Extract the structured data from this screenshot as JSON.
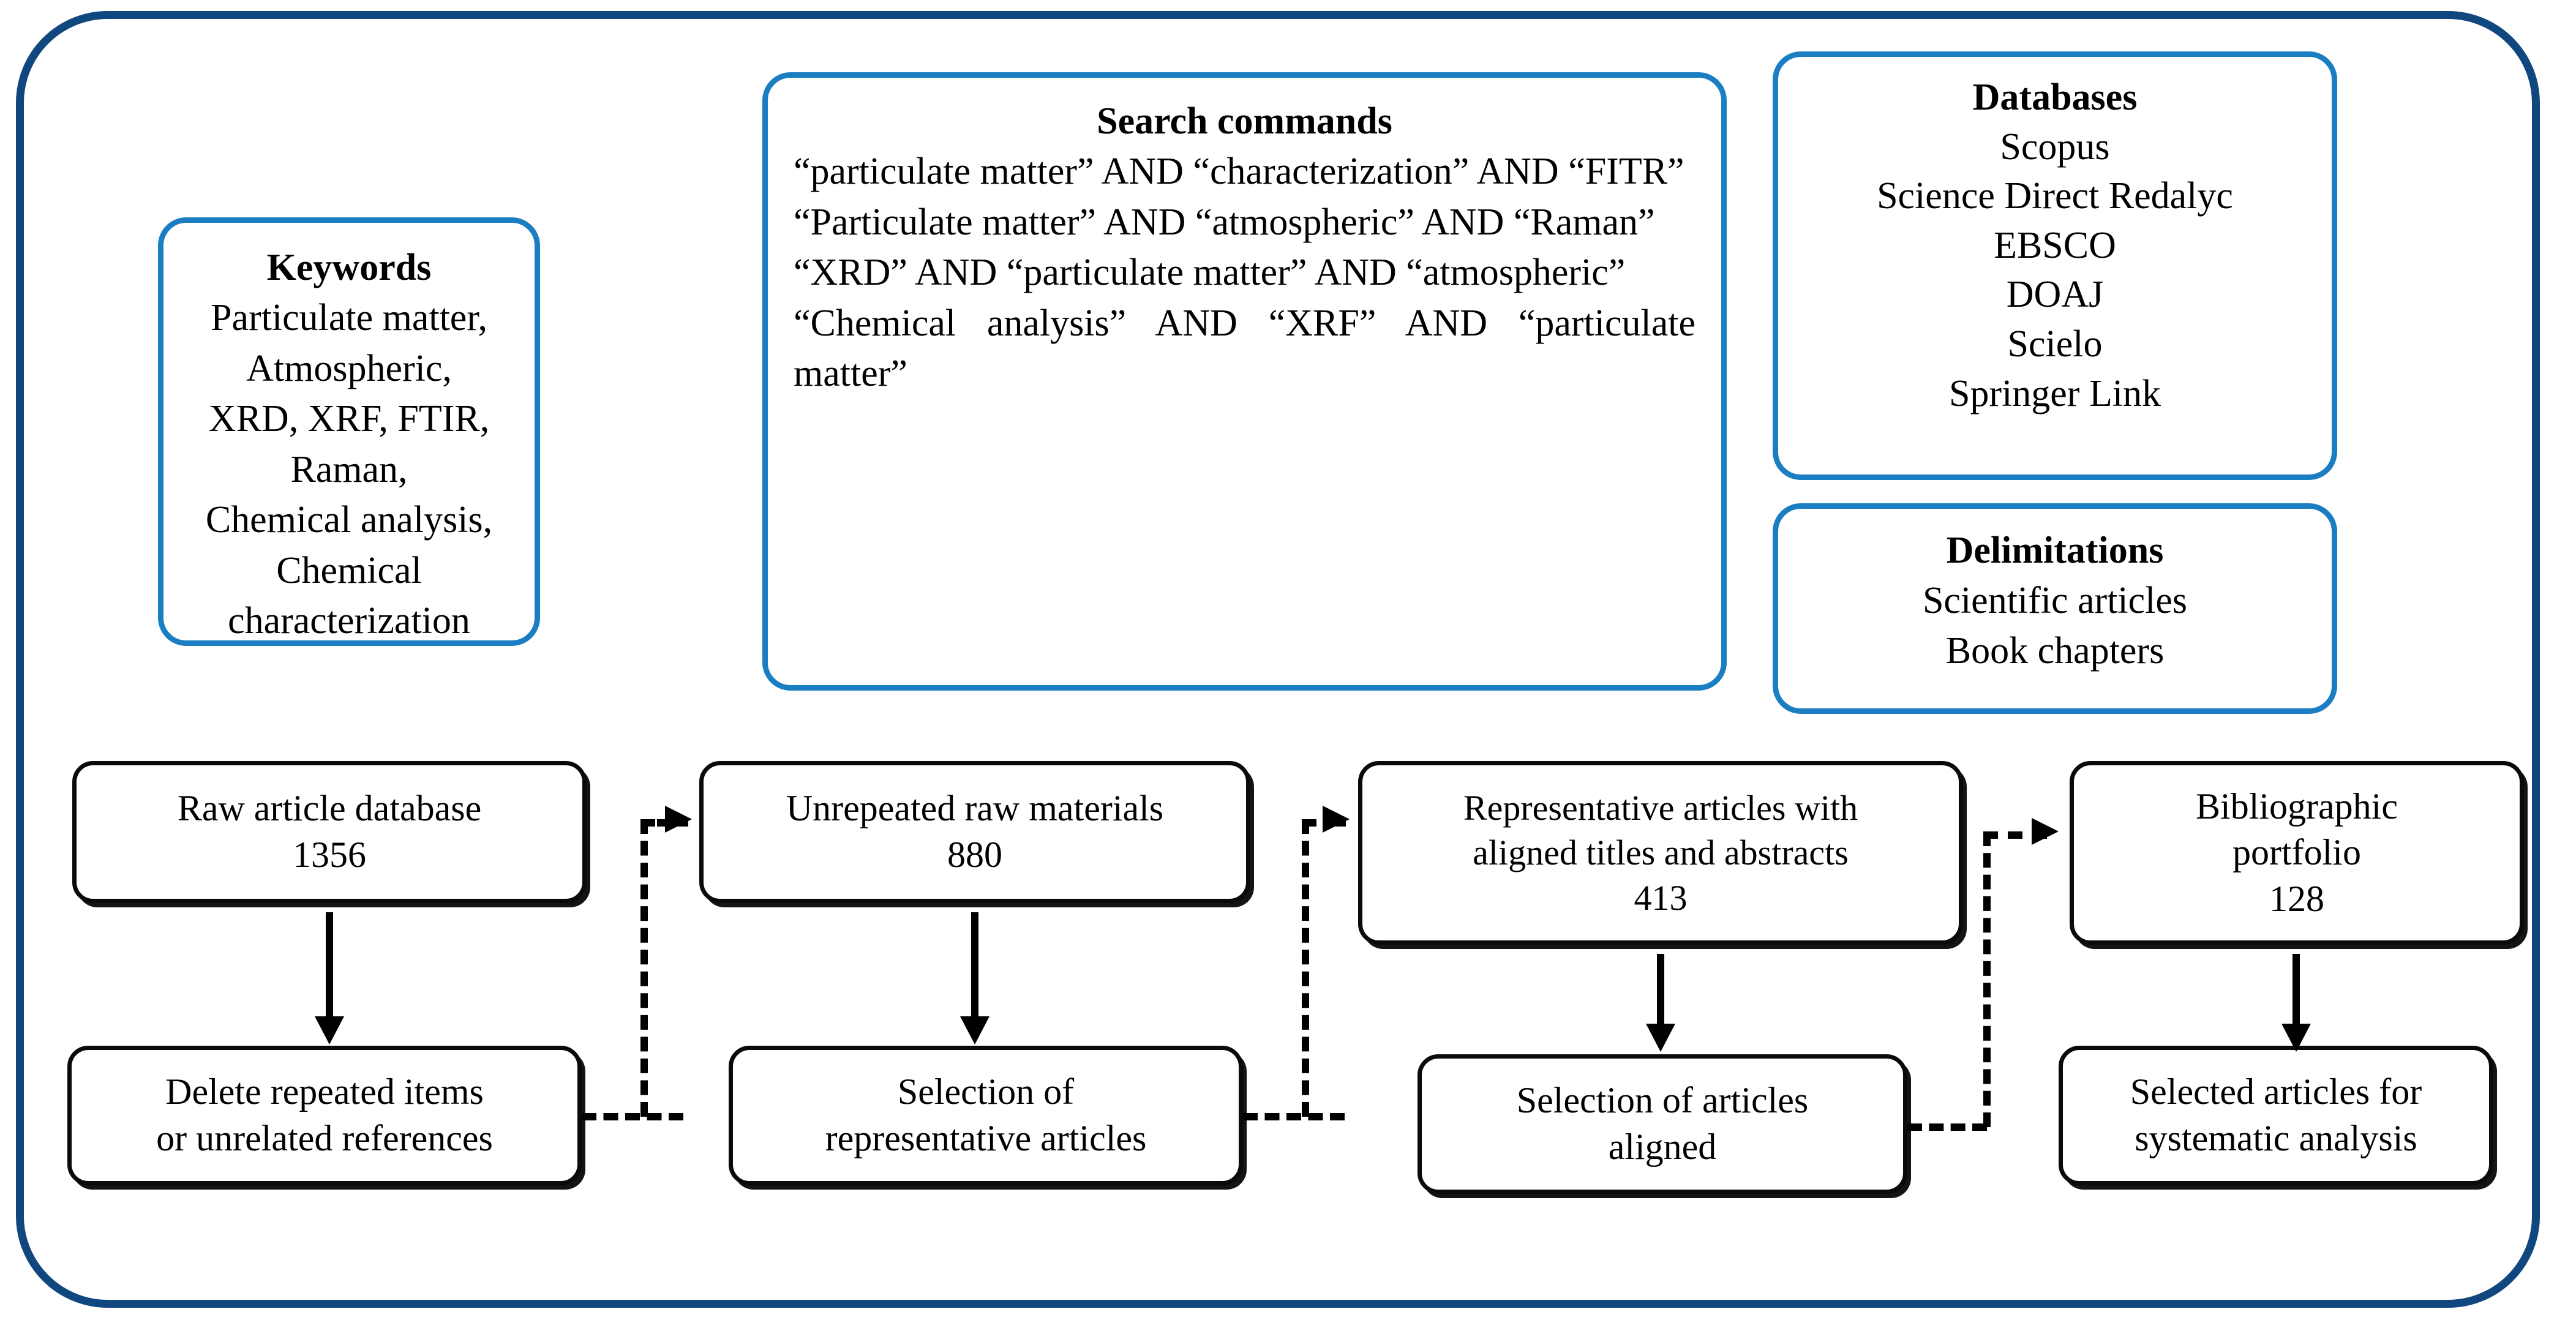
{
  "diagram": {
    "title": "Systematic literature search and selection flow diagram",
    "colors": {
      "outer_frame": "#11477f",
      "info_box_border": "#1b7ec2",
      "flow_box_border": "#0a0a0a",
      "background": "#ffffff",
      "text": "#000000"
    }
  },
  "info_boxes": {
    "keywords": {
      "title": "Keywords",
      "lines": [
        "Particulate matter,",
        "Atmospheric,",
        "XRD, XRF, FTIR,",
        "Raman,",
        "Chemical analysis,",
        "Chemical",
        "characterization"
      ]
    },
    "search_commands": {
      "title": "Search commands",
      "commands": [
        "“particulate matter” AND “characterization” AND “FITR”",
        "“Particulate matter” AND “atmospheric” AND “Raman”",
        "“XRD” AND “particulate matter” AND “atmospheric”",
        "“Chemical analysis” AND “XRF” AND “particulate matter”"
      ]
    },
    "databases": {
      "title": "Databases",
      "lines": [
        "Scopus",
        "Science Direct Redalyc",
        "EBSCO",
        "DOAJ",
        "Scielo",
        "Springer Link"
      ]
    },
    "delimitations": {
      "title": "Delimitations",
      "lines": [
        "Scientific articles",
        "Book chapters"
      ]
    }
  },
  "flow": {
    "stages": [
      {
        "id": "raw-article-database",
        "label": "Raw article database",
        "count": "1356"
      },
      {
        "id": "unrepeated-raw-materials",
        "label": "Unrepeated raw materials",
        "count": "880"
      },
      {
        "id": "representative-articles",
        "label_line1": "Representative articles with",
        "label_line2": "aligned titles and abstracts",
        "count": "413"
      },
      {
        "id": "bibliographic-portfolio",
        "label_line1": "Bibliographic",
        "label_line2": "portfolio",
        "count": "128"
      }
    ],
    "actions": [
      {
        "id": "delete-repeated-items",
        "line1": "Delete repeated items",
        "line2": "or unrelated references"
      },
      {
        "id": "selection-representative",
        "line1": "Selection of",
        "line2": "representative articles"
      },
      {
        "id": "selection-articles-aligned",
        "line1": "Selection of articles",
        "line2": "aligned"
      },
      {
        "id": "selected-articles-systematic",
        "line1": "Selected articles for",
        "line2": "systematic analysis"
      }
    ]
  }
}
